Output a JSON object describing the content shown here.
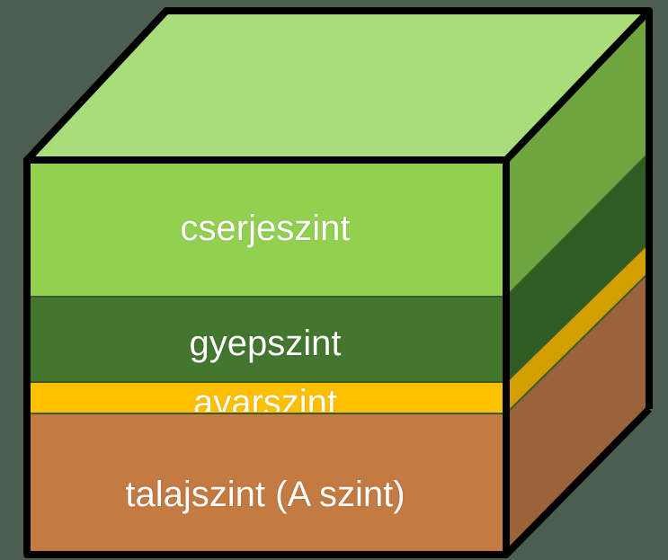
{
  "diagram": {
    "layers": [
      {
        "id": "shrub",
        "label": "cserjeszint",
        "color": "#92d050",
        "side_color": "#6da63f"
      },
      {
        "id": "grass",
        "label": "gyepszint",
        "color": "#43762e",
        "side_color": "#2f5c22"
      },
      {
        "id": "litter",
        "label": "avarszint",
        "color": "#ffc000",
        "side_color": "#d39e00"
      },
      {
        "id": "soil",
        "label": "talajszint (A szint)",
        "color": "#c37a43",
        "side_color": "#9b6339"
      }
    ],
    "top_color": "#a9dc7b",
    "outline_color": "#000000"
  }
}
